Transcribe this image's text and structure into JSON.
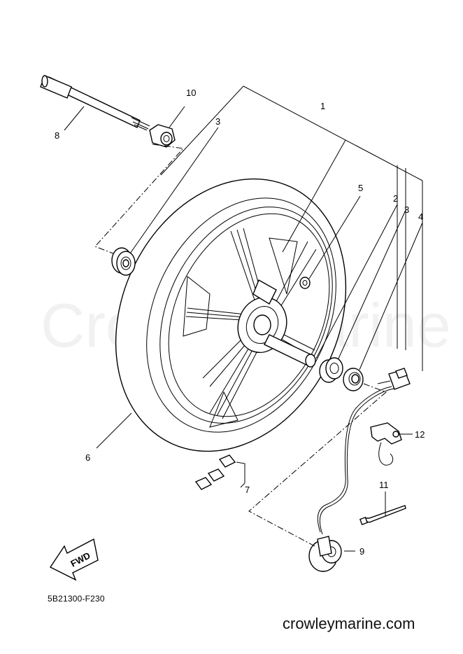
{
  "diagram_code": "5B21300-F230",
  "site_name": "crowleymarine.com",
  "watermark": "CrowleyMarine",
  "fwd_label": "FWD",
  "part_labels": {
    "p1": "1",
    "p2": "2",
    "p3a": "3",
    "p3b": "3",
    "p4": "4",
    "p5": "5",
    "p6": "6",
    "p7": "7",
    "p8": "8",
    "p9": "9",
    "p10": "10",
    "p11": "11",
    "p12": "12"
  }
}
